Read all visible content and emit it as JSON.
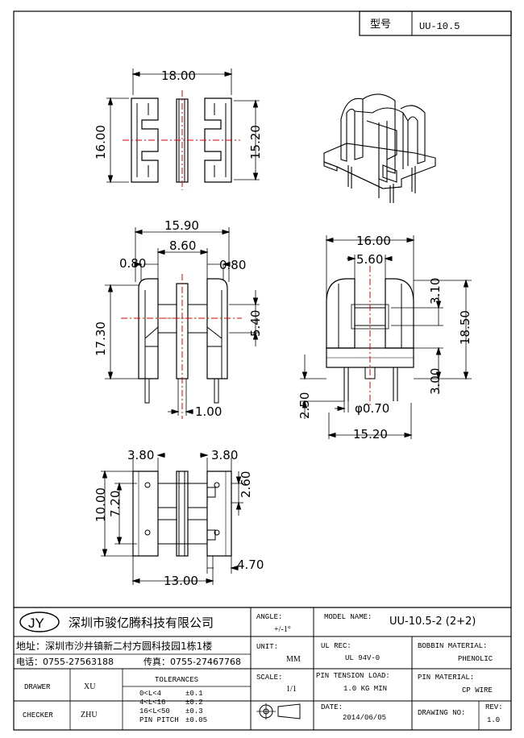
{
  "header": {
    "type_label": "型号",
    "type_value": "UU-10.5"
  },
  "dimensions": {
    "top_width": "18.00",
    "top_height_left": "16.00",
    "top_height_right": "15.20",
    "front_width": "15.90",
    "front_gap": "8.60",
    "front_wall_left": "0.80",
    "front_wall_right": "0.80",
    "front_height": "17.30",
    "front_window": "5.40",
    "front_pin": "1.00",
    "side_width": "16.00",
    "side_inner": "5.60",
    "side_top": "3.10",
    "side_height": "18.50",
    "side_base": "3.00",
    "side_pin_len": "2.50",
    "side_pin_dia": "φ0.70",
    "side_pin_pitch": "15.20",
    "bot_left": "3.80",
    "bot_right": "3.80",
    "bot_h1": "10.00",
    "bot_h2": "7.20",
    "bot_r1": "2.60",
    "bot_r2": "4.70",
    "bot_width": "13.00"
  },
  "title_block": {
    "logo": "JY",
    "company": "深圳市骏亿腾科技有限公司",
    "address": "地址：深圳市沙井镇新二村方圆科技园1栋1楼",
    "phone": "电话：0755-27563188",
    "fax": "传真：0755-27467768",
    "angle_label": "ANGLE:",
    "angle_value": "+/-1°",
    "model_label": "MODEL NAME:",
    "model_value": "UU-10.5-2 (2+2)",
    "unit_label": "UNIT:",
    "unit_value": "MM",
    "ulrec_label": "UL REC:",
    "ulrec_value": "UL 94V-0",
    "bobbin_label": "BOBBIN MATERIAL:",
    "bobbin_value": "PHENOLIC",
    "drawer_label": "DRAWER",
    "drawer_value": "XU",
    "tol_label": "TOLERANCES",
    "tol_rows": [
      {
        "range": "0<L<4",
        "value": "±0.1"
      },
      {
        "range": "4<L<16",
        "value": "±0.2"
      },
      {
        "range": "16<L<50",
        "value": "±0.3"
      },
      {
        "range": "PIN PITCH",
        "value": "±0.05"
      }
    ],
    "scale_label": "SCALE:",
    "scale_value": "1/1",
    "pin_label": "PIN TENSION LOAD:",
    "pin_value": "1.0 KG MIN",
    "pinmat_label": "PIN MATERIAL:",
    "pinmat_value": "CP WIRE",
    "checker_label": "CHECKER",
    "checker_value": "ZHU",
    "date_label": "DATE:",
    "date_value": "2014/06/05",
    "drawno_label": "DRAWING NO:",
    "rev_label": "REV:",
    "rev_value": "1.0"
  }
}
